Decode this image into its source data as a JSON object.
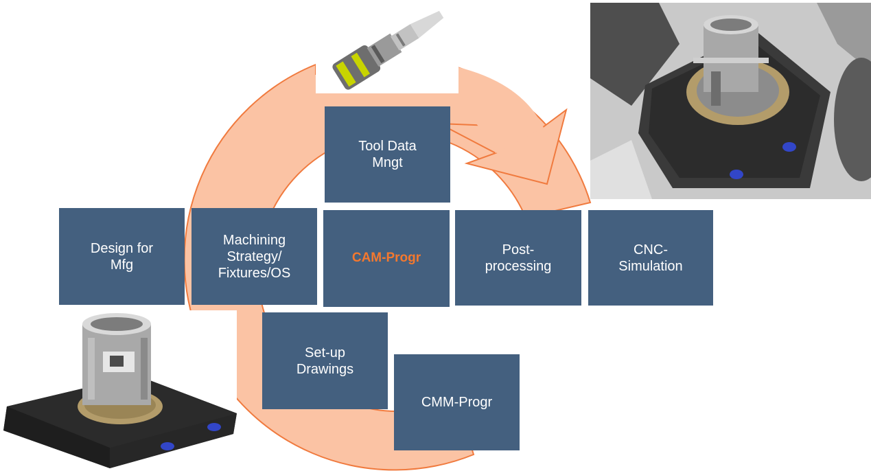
{
  "diagram": {
    "boxes": {
      "tool_data": "Tool Data\nMngt",
      "design_for_mfg": "Design for\nMfg",
      "machining_strategy": "Machining\nStrategy/\nFixtures/OS",
      "cam_progr": "CAM-Progr",
      "post_processing": "Post-\nprocessing",
      "cnc_simulation": "CNC-\nSimulation",
      "setup_drawings": "Set-up\nDrawings",
      "cmm_progr": "CMM-Progr"
    },
    "colors": {
      "box_fill": "#44607f",
      "box_text": "#ffffff",
      "highlight_text": "#f4782e",
      "arrow_fill": "#fbc3a4",
      "arrow_stroke": "#f07a3e"
    },
    "images": {
      "cutting_tool": "cutting-tool-icon",
      "cnc_machine": "cnc-machine-icon",
      "fixture_part": "fixture-part-icon"
    }
  }
}
